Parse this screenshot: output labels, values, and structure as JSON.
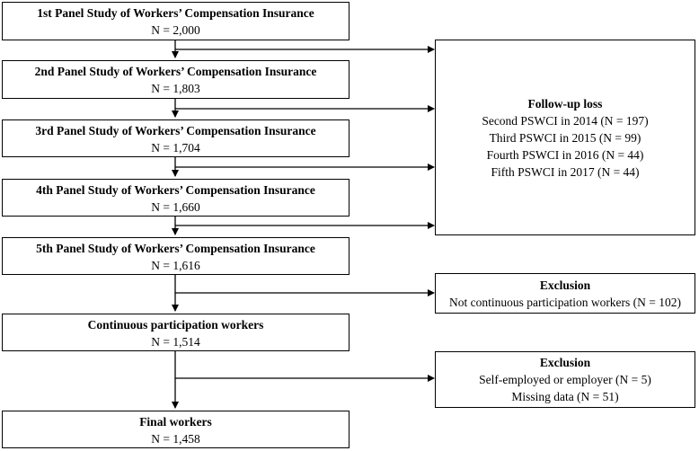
{
  "main_boxes": [
    {
      "title": "1st Panel Study of Workers’ Compensation Insurance",
      "n": "N = 2,000"
    },
    {
      "title": "2nd Panel Study of Workers’ Compensation Insurance",
      "n": "N = 1,803"
    },
    {
      "title": "3rd Panel Study of Workers’ Compensation Insurance",
      "n": "N = 1,704"
    },
    {
      "title": "4th Panel Study of Workers’ Compensation Insurance",
      "n": "N = 1,660"
    },
    {
      "title": "5th Panel Study of Workers’ Compensation Insurance",
      "n": "N = 1,616"
    },
    {
      "title": "Continuous participation workers",
      "n": "N = 1,514"
    },
    {
      "title": "Final workers",
      "n": "N = 1,458"
    }
  ],
  "followup": {
    "title": "Follow-up loss",
    "lines": [
      "Second PSWCI in 2014 (N = 197)",
      "Third PSWCI in 2015 (N = 99)",
      "Fourth PSWCI in 2016 (N = 44)",
      "Fifth PSWCI in 2017 (N = 44)"
    ]
  },
  "exclusion1": {
    "title": "Exclusion",
    "lines": [
      "Not continuous participation workers (N = 102)"
    ]
  },
  "exclusion2": {
    "title": "Exclusion",
    "lines": [
      "Self-employed or employer (N = 5)",
      "Missing data (N = 51)"
    ]
  }
}
